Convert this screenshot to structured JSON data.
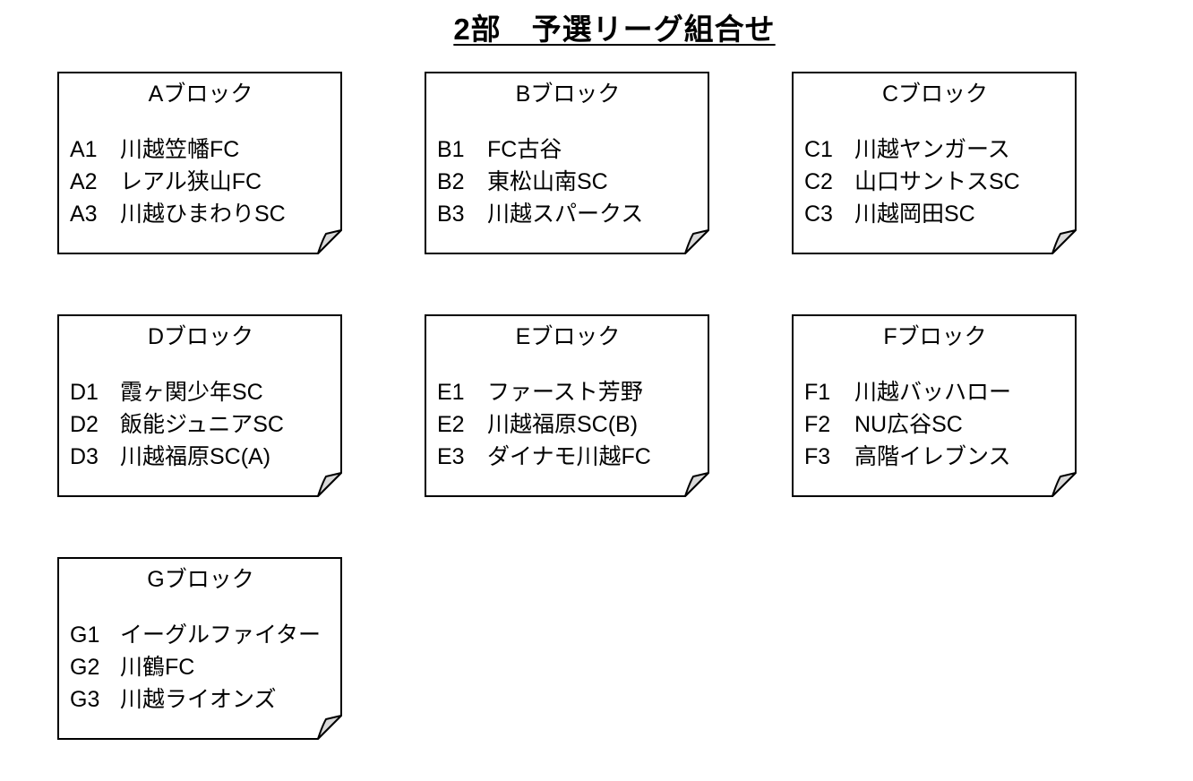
{
  "page_title": "2部　予選リーグ組合せ",
  "colors": {
    "background": "#ffffff",
    "border": "#000000",
    "text": "#000000",
    "fold_fill": "#d9d9d9"
  },
  "blocks": [
    {
      "name": "Aブロック",
      "teams": [
        {
          "code": "A1",
          "name": "川越笠幡FC"
        },
        {
          "code": "A2",
          "name": "レアル狭山FC"
        },
        {
          "code": "A3",
          "name": "川越ひまわりSC"
        }
      ]
    },
    {
      "name": "Bブロック",
      "teams": [
        {
          "code": "B1",
          "name": "FC古谷"
        },
        {
          "code": "B2",
          "name": "東松山南SC"
        },
        {
          "code": "B3",
          "name": "川越スパークス"
        }
      ]
    },
    {
      "name": "Cブロック",
      "teams": [
        {
          "code": "C1",
          "name": "川越ヤンガース"
        },
        {
          "code": "C2",
          "name": "山口サントスSC"
        },
        {
          "code": "C3",
          "name": "川越岡田SC"
        }
      ]
    },
    {
      "name": "Dブロック",
      "teams": [
        {
          "code": "D1",
          "name": "霞ヶ関少年SC"
        },
        {
          "code": "D2",
          "name": "飯能ジュニアSC"
        },
        {
          "code": "D3",
          "name": "川越福原SC(A)"
        }
      ]
    },
    {
      "name": "Eブロック",
      "teams": [
        {
          "code": "E1",
          "name": "ファースト芳野"
        },
        {
          "code": "E2",
          "name": "川越福原SC(B)"
        },
        {
          "code": "E3",
          "name": "ダイナモ川越FC"
        }
      ]
    },
    {
      "name": "Fブロック",
      "teams": [
        {
          "code": "F1",
          "name": "川越バッハロー"
        },
        {
          "code": "F2",
          "name": "NU広谷SC"
        },
        {
          "code": "F3",
          "name": "高階イレブンス"
        }
      ]
    },
    {
      "name": "Gブロック",
      "teams": [
        {
          "code": "G1",
          "name": "イーグルファイター"
        },
        {
          "code": "G2",
          "name": "川鶴FC"
        },
        {
          "code": "G3",
          "name": "川越ライオンズ"
        }
      ]
    }
  ]
}
